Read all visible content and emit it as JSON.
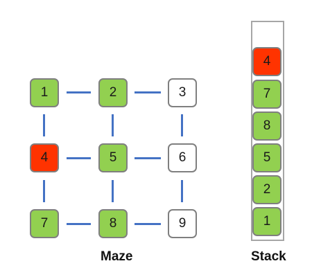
{
  "maze": {
    "caption": "Maze",
    "nodes": [
      {
        "label": "1",
        "state": "visited"
      },
      {
        "label": "2",
        "state": "visited"
      },
      {
        "label": "3",
        "state": "unvisited"
      },
      {
        "label": "4",
        "state": "current"
      },
      {
        "label": "5",
        "state": "visited"
      },
      {
        "label": "6",
        "state": "unvisited"
      },
      {
        "label": "7",
        "state": "visited"
      },
      {
        "label": "8",
        "state": "visited"
      },
      {
        "label": "9",
        "state": "unvisited"
      }
    ],
    "edges": [
      [
        "1",
        "2"
      ],
      [
        "2",
        "3"
      ],
      [
        "1",
        "4"
      ],
      [
        "2",
        "5"
      ],
      [
        "3",
        "6"
      ],
      [
        "4",
        "5"
      ],
      [
        "5",
        "6"
      ],
      [
        "4",
        "7"
      ],
      [
        "5",
        "8"
      ],
      [
        "6",
        "9"
      ],
      [
        "7",
        "8"
      ],
      [
        "8",
        "9"
      ]
    ]
  },
  "stack": {
    "caption": "Stack",
    "items_top_to_bottom": [
      {
        "label": "4",
        "state": "current"
      },
      {
        "label": "7",
        "state": "visited"
      },
      {
        "label": "8",
        "state": "visited"
      },
      {
        "label": "5",
        "state": "visited"
      },
      {
        "label": "2",
        "state": "visited"
      },
      {
        "label": "1",
        "state": "visited"
      }
    ]
  },
  "colors": {
    "visited": "#92d050",
    "current": "#ff3300",
    "unvisited": "#ffffff",
    "edge": "#4472c4",
    "border": "#7f7f7f"
  }
}
